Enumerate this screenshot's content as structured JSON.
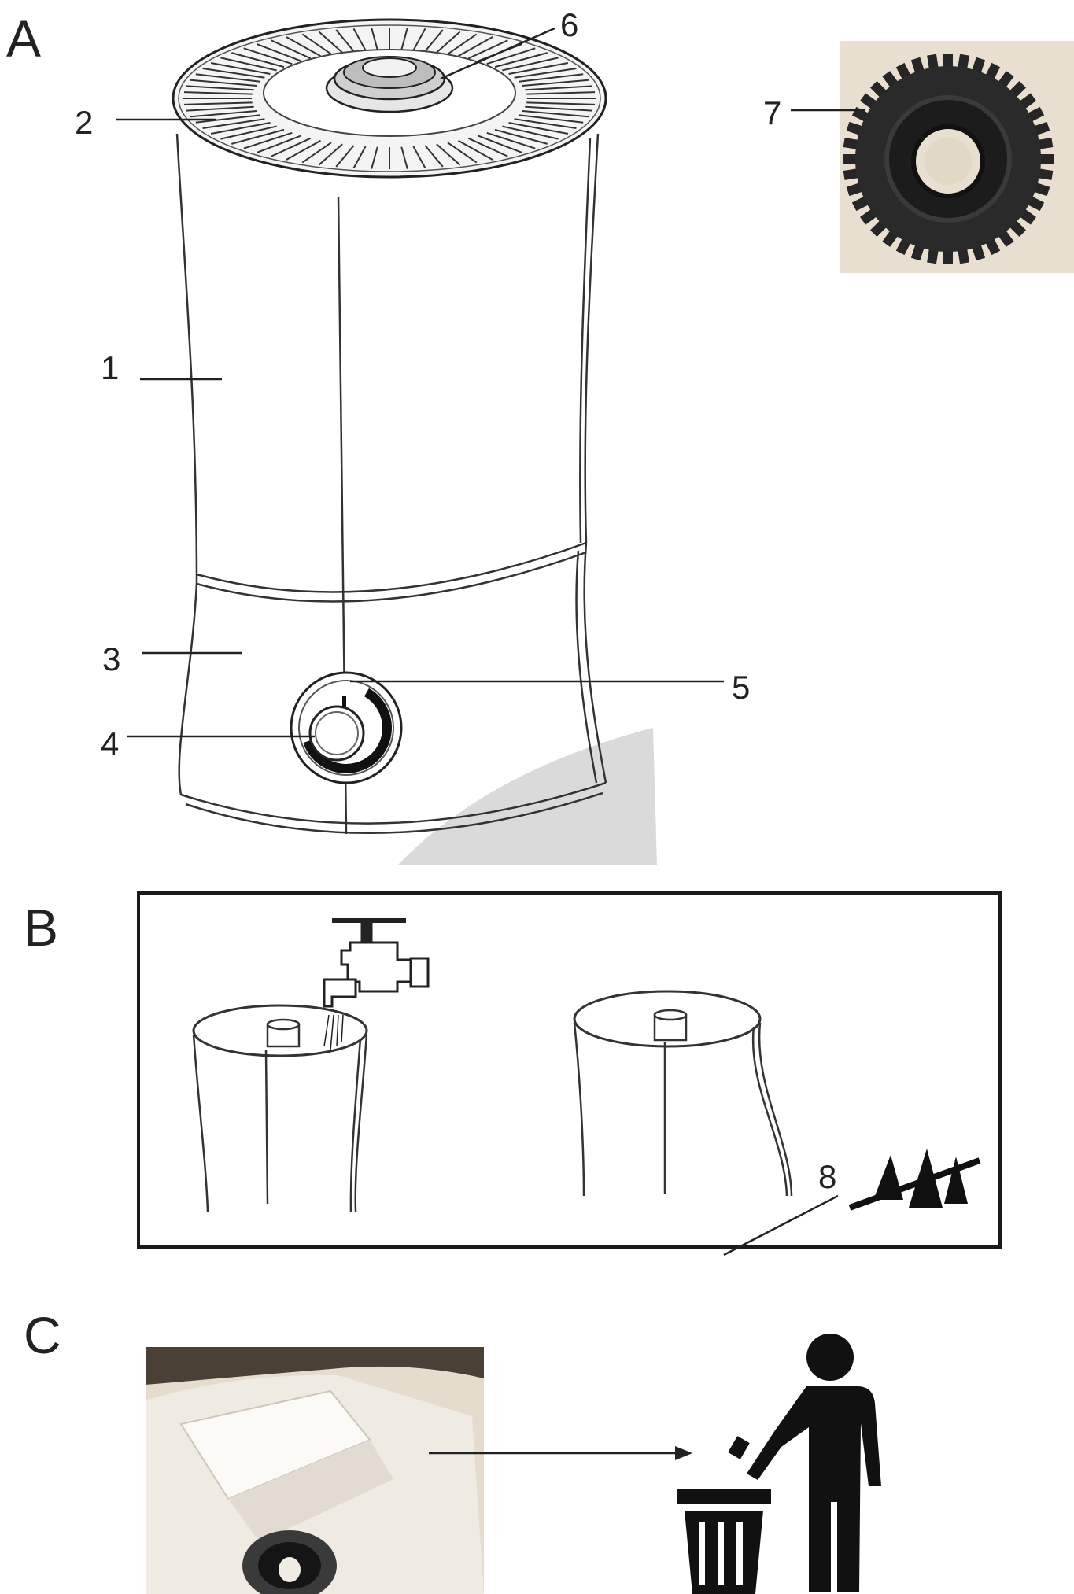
{
  "panels": {
    "a": {
      "label": "A"
    },
    "b": {
      "label": "B"
    },
    "c": {
      "label": "C"
    }
  },
  "callouts": {
    "c1": "1",
    "c2": "2",
    "c3": "3",
    "c4": "4",
    "c5": "5",
    "c6": "6",
    "c7": "7",
    "c8": "8"
  },
  "icons": {
    "faucet": "faucet-icon",
    "no_deposits": "crossed-out-deposits-icon",
    "disposal": "person-throwing-trash-icon",
    "trash_bin": "trash-bin-icon"
  },
  "colors": {
    "line": "#222222",
    "panel_border": "#1a1a1a",
    "nozzle_ring": "#2a2a2a",
    "shadow": "#d9d9d9",
    "photo_bg": "#e8dfd0"
  }
}
